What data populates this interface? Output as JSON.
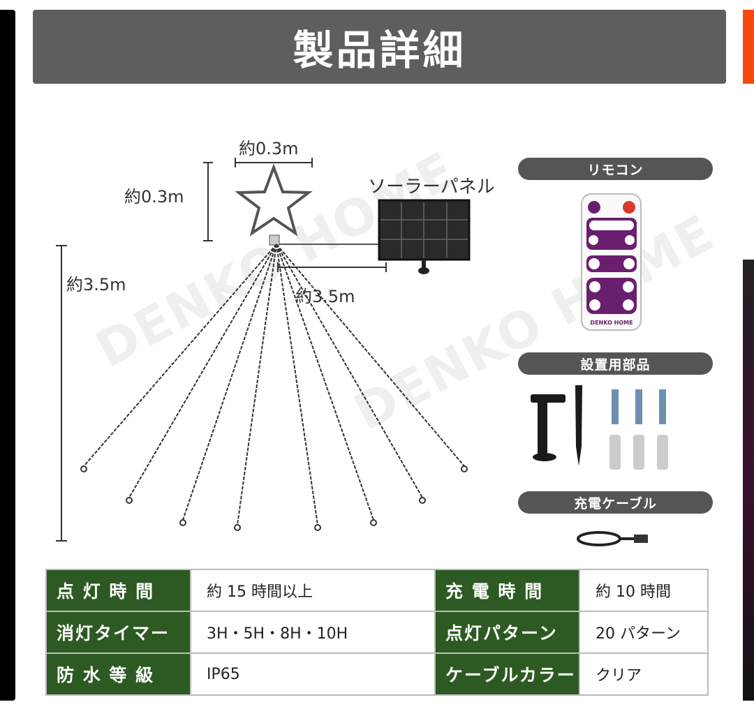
{
  "header": {
    "title": "製品詳細"
  },
  "diagram": {
    "width_star": "約0.3m",
    "height_star": "約0.3m",
    "solar_panel": "ソーラーパネル",
    "string_length": "約3.5m",
    "cable_length": "約3.5m",
    "watermark": "DENKO HOME"
  },
  "accessories": {
    "remote": "リモコン",
    "mounting_parts": "設置用部品",
    "charging_cable": "充電ケーブル"
  },
  "remote_logo": "DENKO HOME",
  "specs": [
    {
      "label": "点 灯 時 間",
      "value": "約 15 時間以上",
      "label2": "充 電 時 間",
      "value2": "約 10 時間"
    },
    {
      "label": "消灯タイマー",
      "value": "3H・5H・8H・10H",
      "label2": "点灯パターン",
      "value2": "20 パターン"
    },
    {
      "label": "防 水 等 級",
      "value": "IP65",
      "label2": "ケーブルカラー",
      "value2": "クリア"
    }
  ],
  "colors": {
    "header": "#5e5e5e",
    "spec_label": "#2d5a22",
    "remote": "#6a1f6e"
  }
}
